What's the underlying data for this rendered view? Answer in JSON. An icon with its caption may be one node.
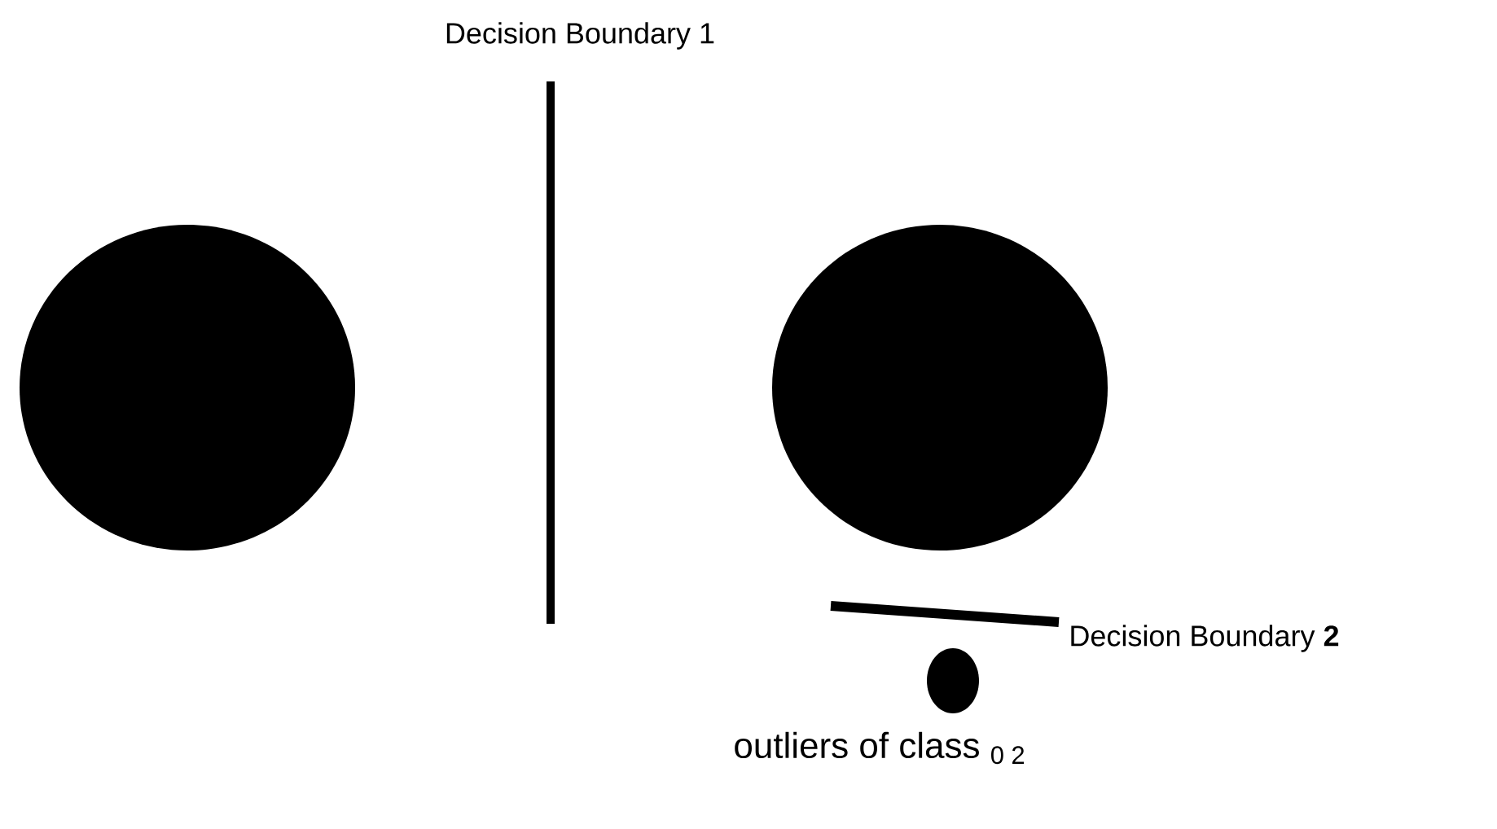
{
  "diagram": {
    "nodes": [
      {
        "text": [],
        "shape": "circle"
      },
      {
        "text": [],
        "shape": "circle"
      },
      {
        "text": [],
        "shape": "circle",
        "beside": [
          "outliers of class $_{0 2}$"
        ]
      }
    ],
    "labels": [
      "Decision Boundary 1",
      "Decision Boundary **2**"
    ]
  }
}
